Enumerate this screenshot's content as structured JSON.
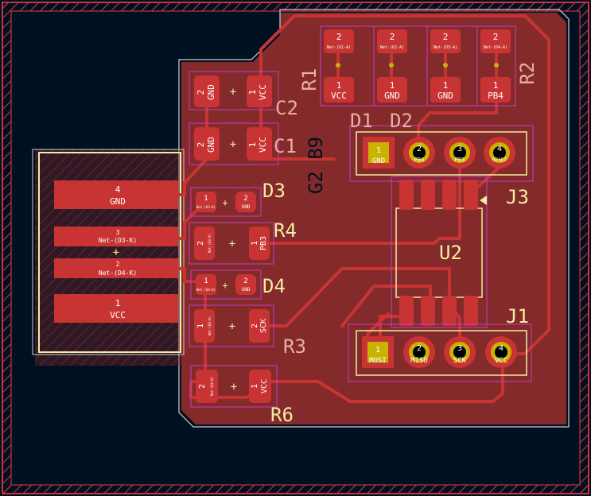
{
  "colors": {
    "background": "#001023",
    "board_edge": "#d0d2cd",
    "hatch": "#c83434",
    "copper_fill": "#842a2a",
    "pad": "#c83434",
    "track": "#c83434",
    "silk_ref": "#e8b0a0",
    "silk_front": "#f2eda1",
    "courtyard": "#c040c0",
    "pad_text": "#ffffff",
    "via_ring": "#c8b400",
    "via_hole": "#000000"
  },
  "labels": {
    "r1": "R1",
    "r2": "R2",
    "c1": "C1",
    "c2": "C2",
    "d1": "D1",
    "d2": "D2",
    "d3": "D3",
    "d4": "D4",
    "r3": "R3",
    "r4": "R4",
    "r6": "R6",
    "j1": "J1",
    "j3": "J3",
    "u2": "U2",
    "vertical": "G2 B9"
  },
  "usb_pads": [
    {
      "num": "4",
      "net": "GND"
    },
    {
      "num": "3",
      "net": "Net-(D3-K)"
    },
    {
      "num": "2",
      "net": "Net-(D4-K)"
    },
    {
      "num": "1",
      "net": "VCC"
    }
  ],
  "r_top_pads": [
    {
      "num": "2",
      "net": "Net-(D1-A)"
    },
    {
      "num": "1",
      "net": "VCC"
    },
    {
      "num": "2",
      "net": "Net-(D2-A)"
    },
    {
      "num": "1",
      "net": "GND"
    },
    {
      "num": "2",
      "net": "Net-(D3-A)"
    },
    {
      "num": "1",
      "net": "GND"
    },
    {
      "num": "2",
      "net": "Net-(D4-A)"
    },
    {
      "num": "1",
      "net": "PB4"
    }
  ],
  "c2_pads": [
    {
      "num": "2",
      "net": "GND"
    },
    {
      "num": "1",
      "net": "VCC"
    }
  ],
  "c1_pads": [
    {
      "num": "2",
      "net": "GND"
    },
    {
      "num": "1",
      "net": "VCC"
    }
  ],
  "d3_pads": [
    {
      "num": "1",
      "net": "Net-(D3-K)"
    },
    {
      "num": "2",
      "net": "GND"
    }
  ],
  "r4_pads": [
    {
      "num": "2",
      "net": "Net-(D3-K)"
    },
    {
      "num": "1",
      "net": "PB3"
    }
  ],
  "d4_pads": [
    {
      "num": "1",
      "net": "Net-(D4-K)"
    },
    {
      "num": "2",
      "net": "GND"
    }
  ],
  "r3_pads": [
    {
      "num": "1",
      "net": "Net-(D4-K)"
    },
    {
      "num": "2",
      "net": "SCK"
    }
  ],
  "r6_pads": [
    {
      "num": "2",
      "net": "Net-(D4-K)"
    },
    {
      "num": "1",
      "net": "VCC"
    }
  ],
  "j3_pins": [
    {
      "num": "1",
      "net": "GND"
    },
    {
      "num": "2",
      "net": "PB4"
    },
    {
      "num": "3",
      "net": "PB3"
    },
    {
      "num": "4",
      "net": "RESET"
    }
  ],
  "j1_pins": [
    {
      "num": "1",
      "net": "MOSI"
    },
    {
      "num": "2",
      "net": "MISO"
    },
    {
      "num": "3",
      "net": "SCK"
    },
    {
      "num": "4",
      "net": "VCC"
    }
  ]
}
